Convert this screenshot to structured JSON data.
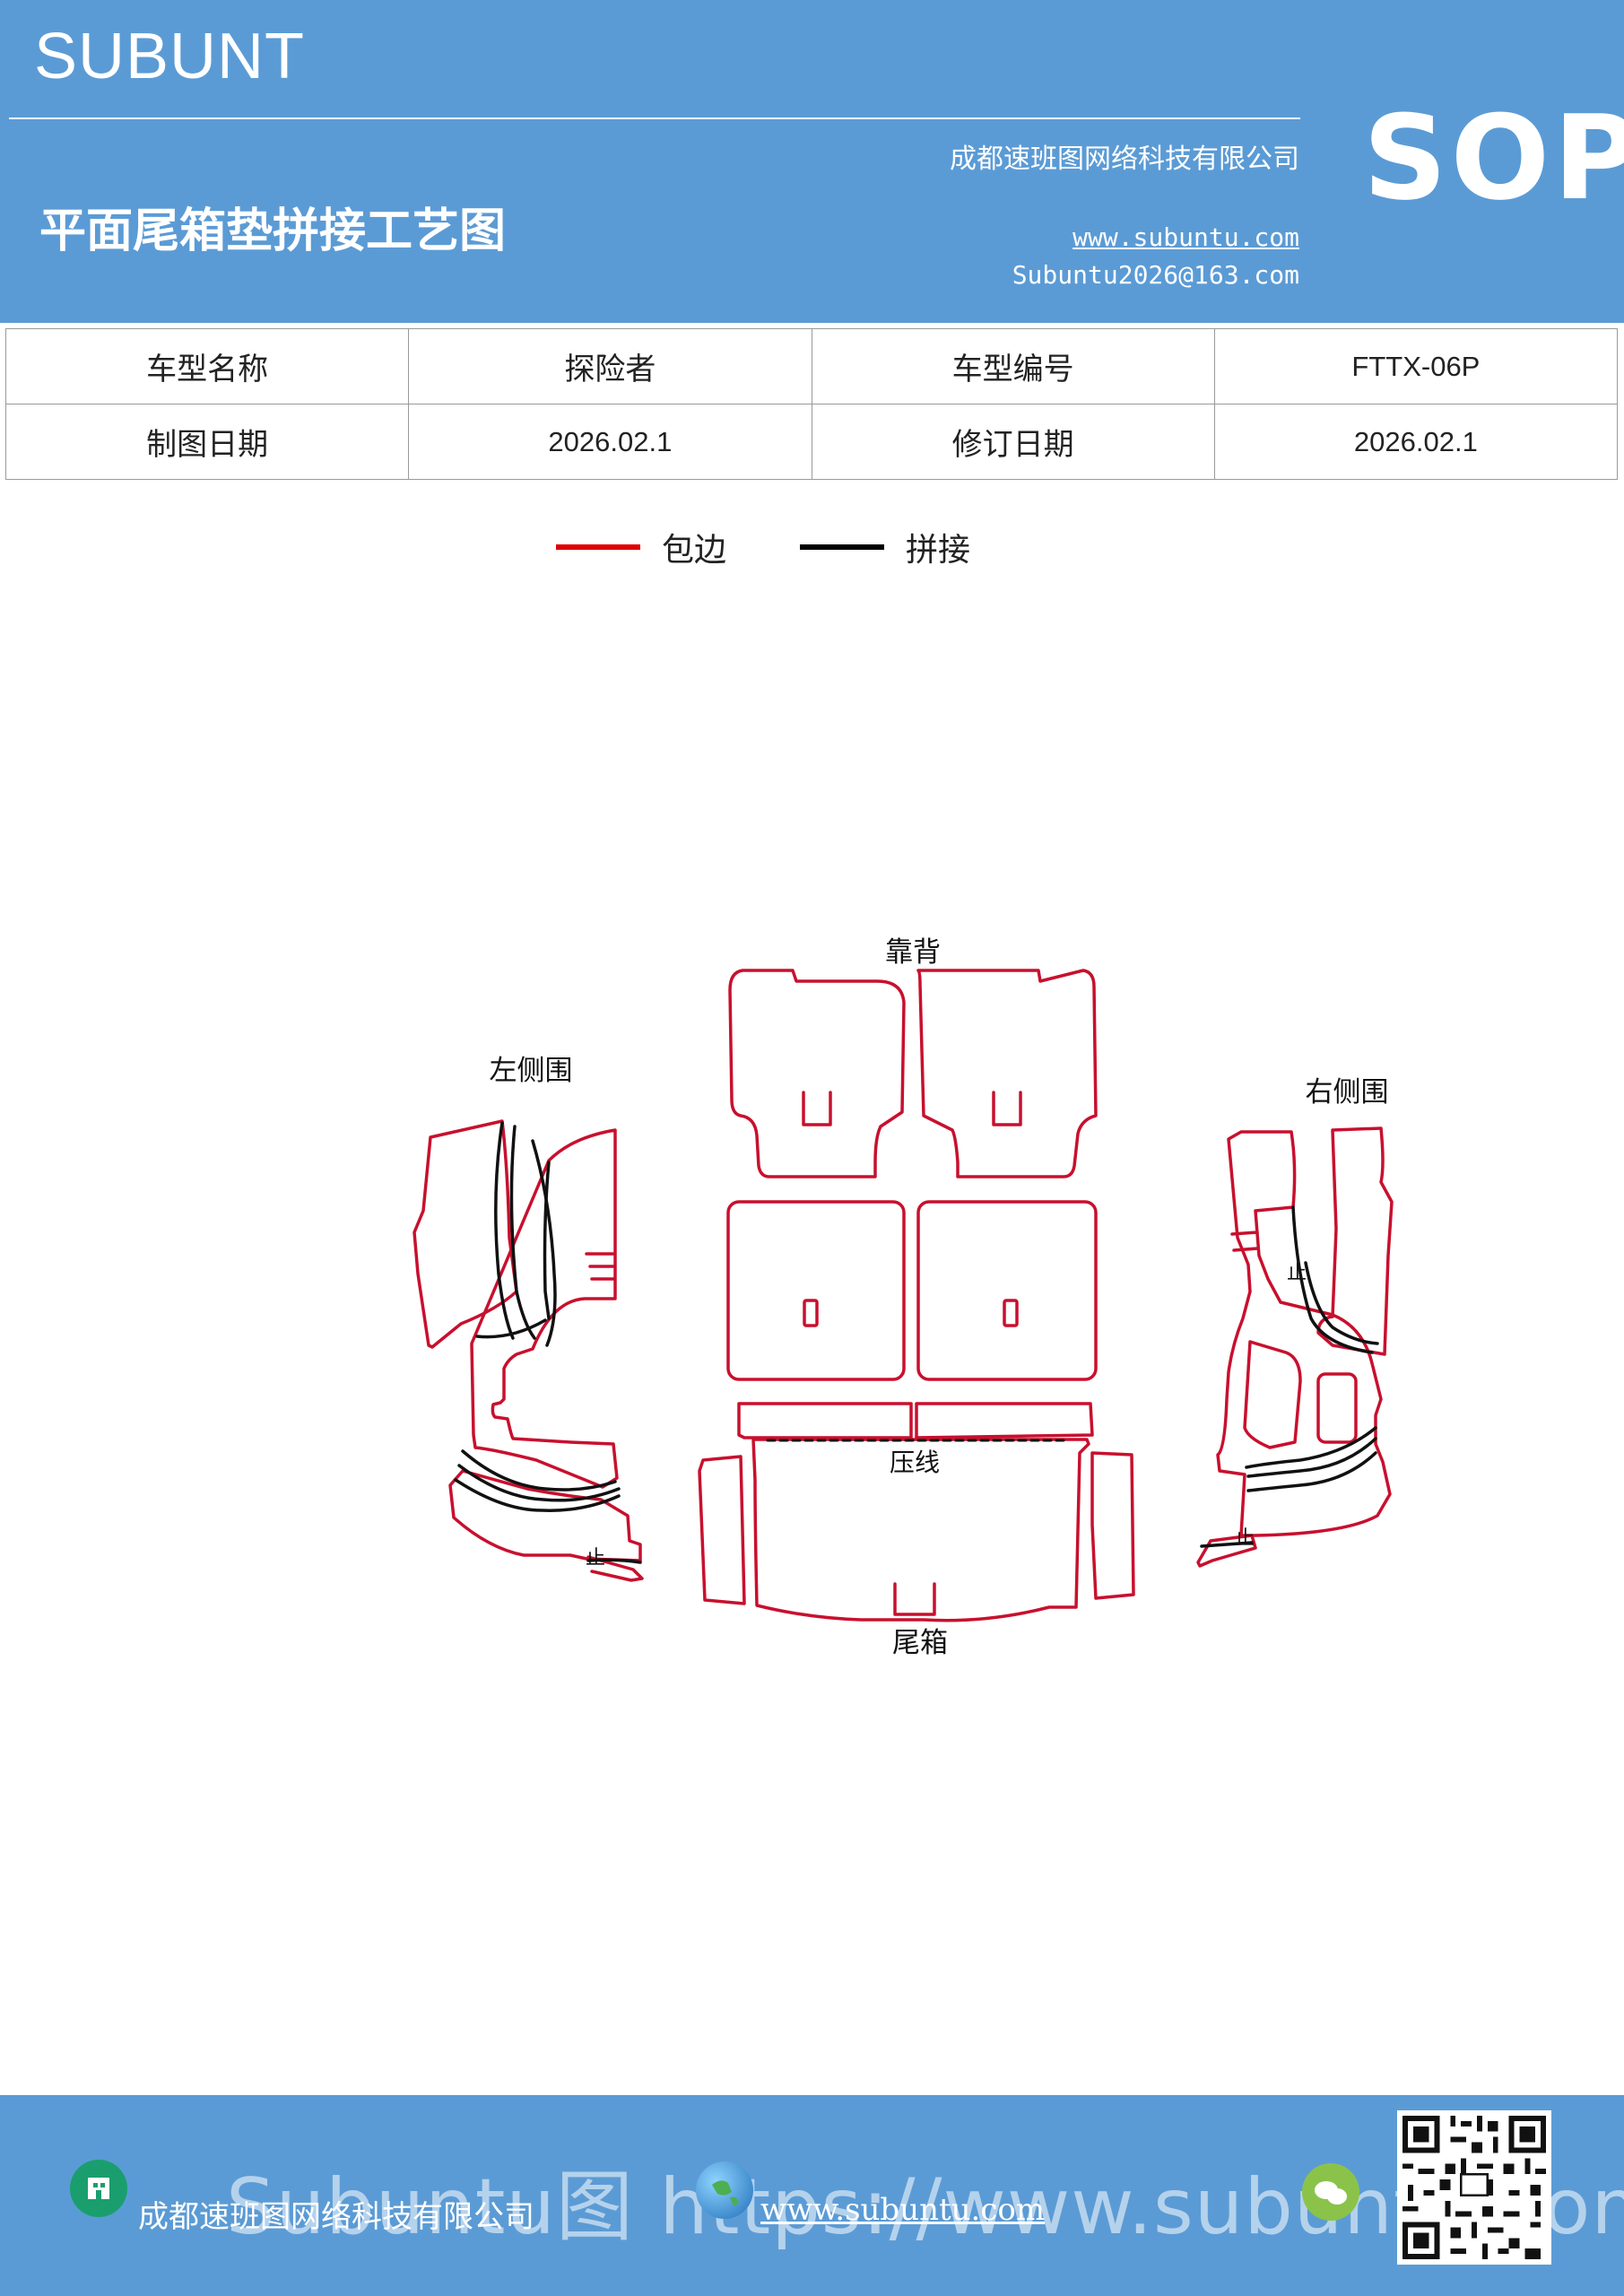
{
  "header": {
    "brand": "SUBUNT",
    "badge": "SOP",
    "company": "成都速班图网络科技有限公司",
    "title": "平面尾箱垫拼接工艺图",
    "website": "www.subuntu.com",
    "email": "Subuntu2026@163.com"
  },
  "info_table": {
    "rows": [
      [
        "车型名称",
        "探险者",
        "车型编号",
        "FTTX-06P"
      ],
      [
        "制图日期",
        "2026.02.1",
        "修订日期",
        "2026.02.1"
      ]
    ]
  },
  "legend": {
    "items": [
      {
        "label": "包边",
        "color": "#e00000"
      },
      {
        "label": "拼接",
        "color": "#000000"
      }
    ]
  },
  "diagram": {
    "labels": {
      "backrest": "靠背",
      "left_side": "左侧围",
      "right_side": "右侧围",
      "crease": "压线",
      "trunk": "尾箱",
      "stop_left": "止",
      "stop_right_upper": "止",
      "stop_right_lower": "止"
    },
    "colors": {
      "edge": "#c8102e",
      "seam": "#111111"
    }
  },
  "footer": {
    "company": "成都速班图网络科技有限公司",
    "url": "www.subuntu.com",
    "watermark": "Subuntu图 https://www.subuntu.com"
  }
}
